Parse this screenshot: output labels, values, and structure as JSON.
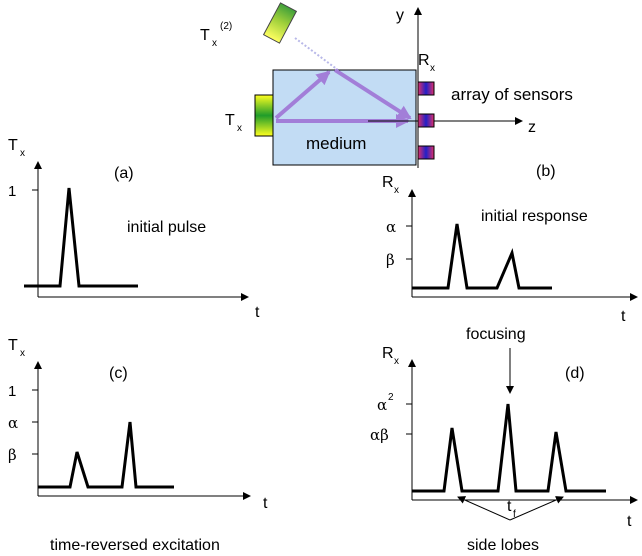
{
  "setup": {
    "tx2_label": "T",
    "tx2_sub": "x",
    "tx2_sup": "(2)",
    "tx_label": "T",
    "tx_sub": "x",
    "rx_label": "R",
    "rx_sub": "x",
    "medium_label": "medium",
    "array_label": "array of sensors",
    "y_axis": "y",
    "z_axis": "z",
    "colors": {
      "medium_fill": "#c2dcf4",
      "ray": "#a27ed8",
      "transducer_yellow": "#ffff00",
      "transducer_green": "#2a9e2a"
    }
  },
  "panels": {
    "a": {
      "tag": "(a)",
      "ylabel": "T",
      "ylabel_sub": "x",
      "xlabel": "t",
      "caption": "initial pulse",
      "ytick": "1",
      "pulse_amplitude": 1
    },
    "b": {
      "tag": "(b)",
      "ylabel": "R",
      "ylabel_sub": "x",
      "xlabel": "t",
      "caption": "initial response",
      "ytick_alpha": "α",
      "ytick_beta": "β"
    },
    "c": {
      "tag": "(c)",
      "ylabel": "T",
      "ylabel_sub": "x",
      "xlabel": "t",
      "ytick_1": "1",
      "ytick_alpha": "α",
      "ytick_beta": "β",
      "caption": "time-reversed excitation"
    },
    "d": {
      "tag": "(d)",
      "ylabel": "R",
      "ylabel_sub": "x",
      "xlabel": "t",
      "ytick_alpha2": "α",
      "ytick_alpha2_sup": "2",
      "ytick_ab": "αβ",
      "focusing_label": "focusing",
      "tf_label": "t",
      "tf_sub": "f",
      "side_lobes_label": "side lobes"
    }
  }
}
